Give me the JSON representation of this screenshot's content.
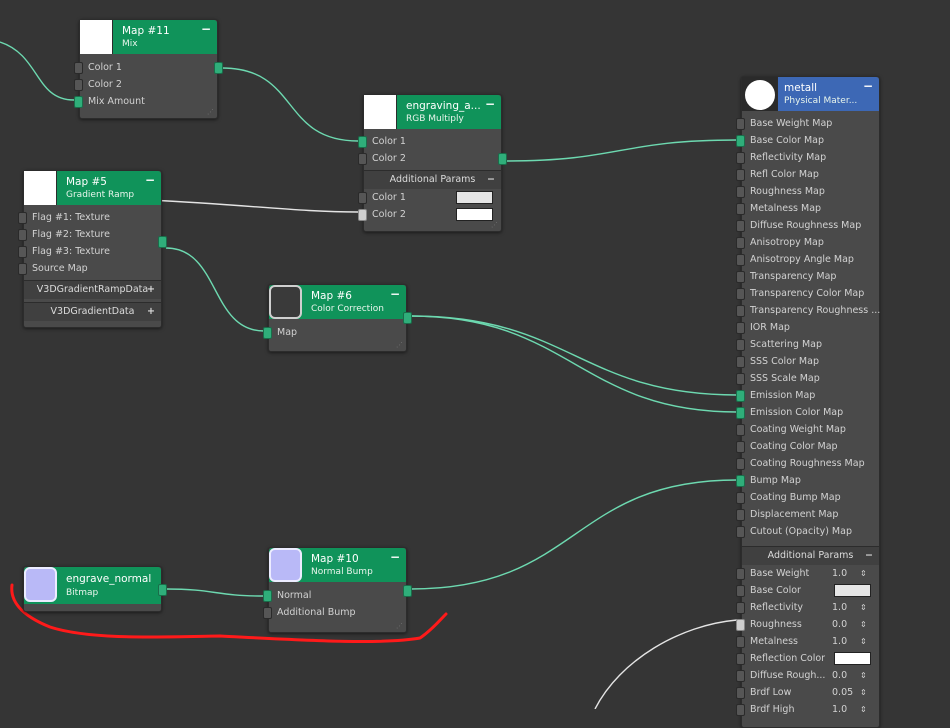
{
  "nodes": {
    "map11": {
      "title": "Map #11",
      "subtitle": "Mix",
      "rows": [
        "Color 1",
        "Color 2",
        "Mix Amount"
      ]
    },
    "engraving": {
      "title": "engraving_a...",
      "subtitle": "RGB Multiply",
      "rows": [
        "Color 1",
        "Color 2"
      ],
      "section": "Additional Params",
      "params": [
        "Color 1",
        "Color 2"
      ]
    },
    "map5": {
      "title": "Map #5",
      "subtitle": "Gradient Ramp",
      "rows": [
        "Flag #1: Texture",
        "Flag #2: Texture",
        "Flag #3: Texture",
        "Source Map"
      ],
      "sections": [
        "V3DGradientRampData",
        "V3DGradientData"
      ]
    },
    "map6": {
      "title": "Map #6",
      "subtitle": "Color Correction",
      "rows": [
        "Map"
      ]
    },
    "engrave_normal": {
      "title": "engrave_normal",
      "subtitle": "Bitmap"
    },
    "map10": {
      "title": "Map #10",
      "subtitle": "Normal Bump",
      "rows": [
        "Normal",
        "Additional Bump"
      ]
    },
    "metall": {
      "title": "metall",
      "subtitle": "Physical Mater...",
      "rows": [
        "Base Weight Map",
        "Base Color Map",
        "Reflectivity Map",
        "Refl Color Map",
        "Roughness Map",
        "Metalness Map",
        "Diffuse Roughness Map",
        "Anisotropy Map",
        "Anisotropy Angle Map",
        "Transparency Map",
        "Transparency Color Map",
        "Transparency Roughness ...",
        "IOR Map",
        "Scattering Map",
        "SSS Color Map",
        "SSS Scale Map",
        "Emission Map",
        "Emission Color Map",
        "Coating Weight Map",
        "Coating Color Map",
        "Coating Roughness Map",
        "Bump Map",
        "Coating Bump Map",
        "Displacement Map",
        "Cutout (Opacity) Map"
      ],
      "section": "Additional Params",
      "params": [
        {
          "label": "Base Weight",
          "value": "1.0"
        },
        {
          "label": "Base Color",
          "swatch": "#e6e6e6"
        },
        {
          "label": "Reflectivity",
          "value": "1.0"
        },
        {
          "label": "Roughness",
          "value": "0.0"
        },
        {
          "label": "Metalness",
          "value": "1.0"
        },
        {
          "label": "Reflection Color",
          "swatch": "#ffffff"
        },
        {
          "label": "Diffuse Rough...",
          "value": "0.0"
        },
        {
          "label": "Brdf Low",
          "value": "0.05"
        },
        {
          "label": "Brdf High",
          "value": "1.0"
        }
      ]
    }
  },
  "symbols": {
    "collapse": "−",
    "expand": "+",
    "spinner": "⇕",
    "grip": "⋰"
  },
  "colors": {
    "node_header": "#10935a",
    "material_header": "#3d68b5",
    "wire": "#6dd9b0",
    "highlight_stroke": "#ff1a1a"
  }
}
